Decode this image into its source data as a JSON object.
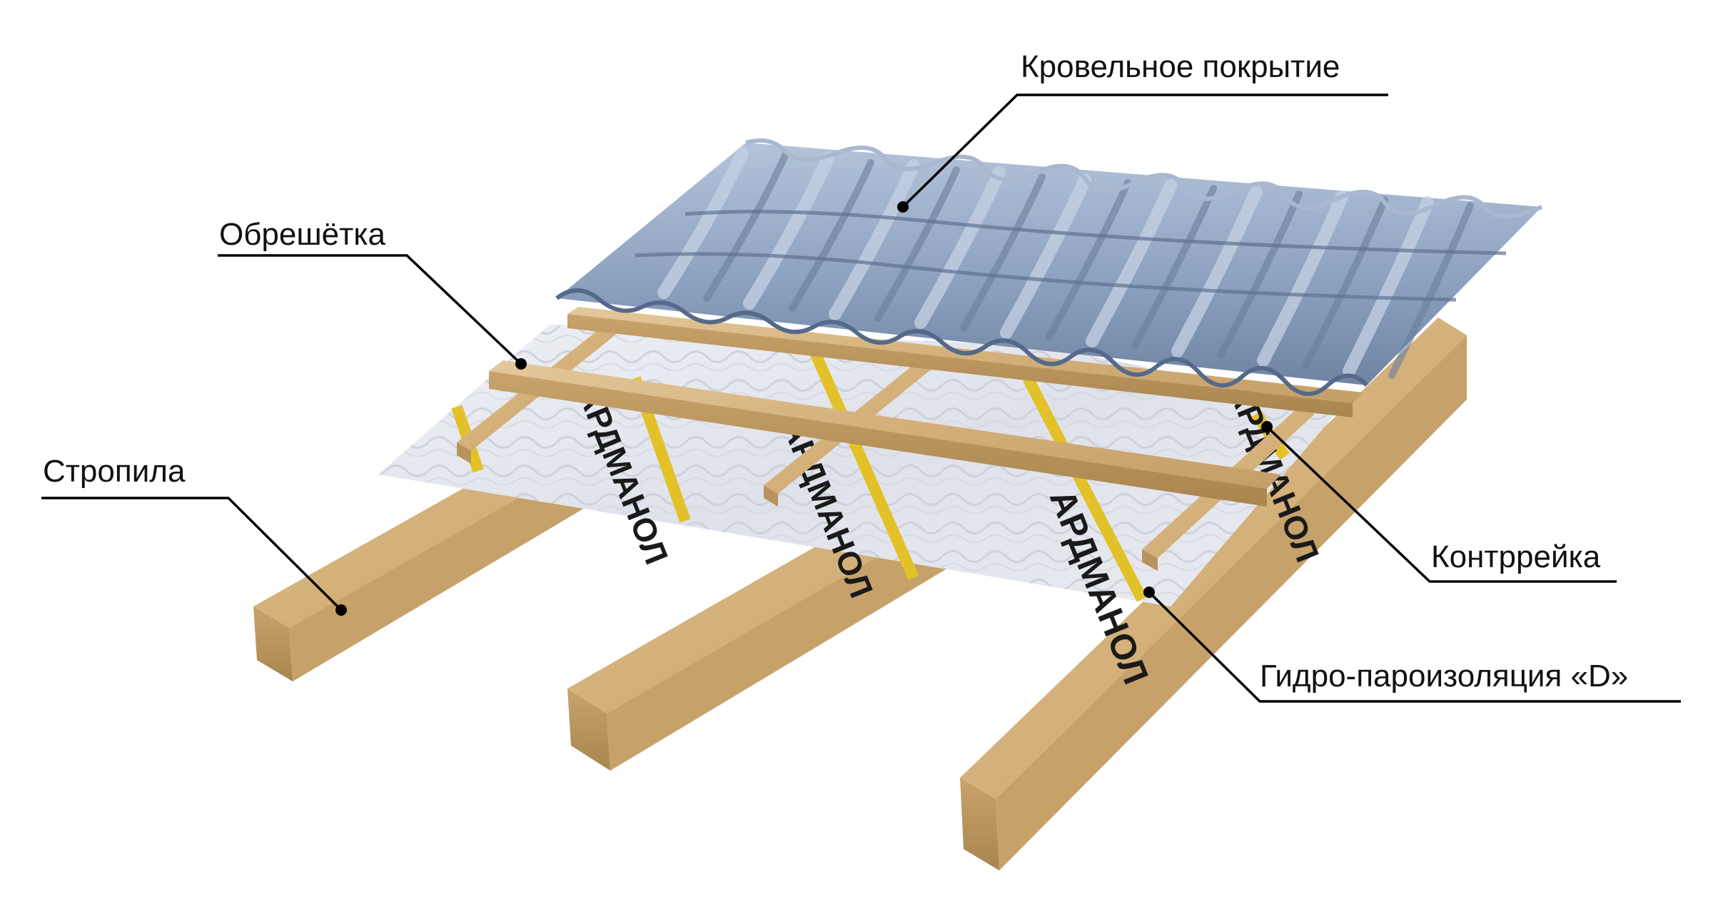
{
  "labels": {
    "roofing": "Кровельное покрытие",
    "battens": "Обрешётка",
    "rafters": "Стропила",
    "counter_batten": "Контррейка",
    "membrane": "Гидро-пароизоляция «D»"
  },
  "membrane_brand": {
    "print_1": "АРДМАНОЛ",
    "print_2": "АРДМАНОЛ",
    "print_3": "АРДМАНОЛ",
    "print_4": "АРДМАНОЛ"
  },
  "colors": {
    "roof_tile": "#8fa3c0",
    "roof_tile_dark": "#6d82a1",
    "roof_tile_light": "#b5c3d8",
    "wood": "#d8b887",
    "wood_dark": "#b8935d",
    "membrane": "#e6e8ee",
    "membrane_stripe": "#e3c229"
  }
}
